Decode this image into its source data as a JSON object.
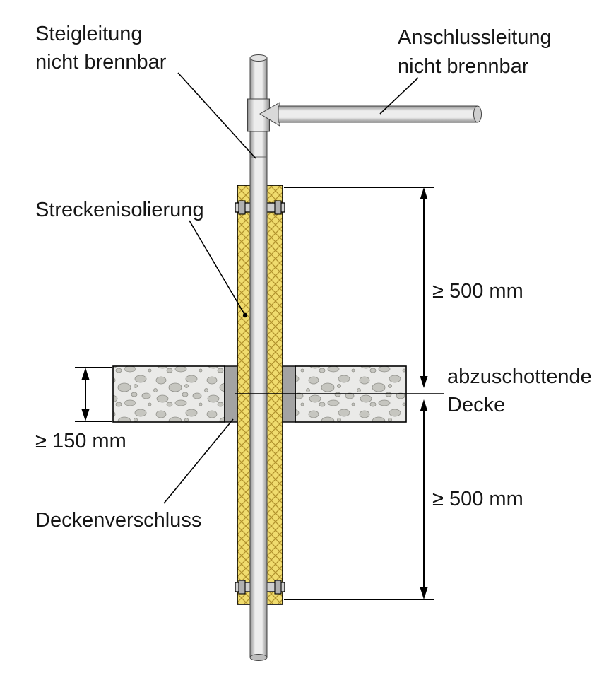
{
  "labels": {
    "riser_line1": "Steigleitung",
    "riser_line2": "nicht brennbar",
    "connection_line1": "Anschlussleitung",
    "connection_line2": "nicht brennbar",
    "insulation": "Streckenisolierung",
    "ceiling_line1": "abzuschottende",
    "ceiling_line2": "Decke",
    "ceiling_seal": "Deckenverschluss",
    "dim_above_ceiling": "≥ 500 mm",
    "dim_below_ceiling": "≥ 500 mm",
    "dim_ceiling_thickness": "≥ 150 mm"
  },
  "colors": {
    "insulation_fill": "#f0dc6e",
    "insulation_hatch": "#b1922d",
    "concrete_fill": "#eaeae8",
    "concrete_stone": "#c6c6c0",
    "concrete_stone_edge": "#90908a",
    "seal_fill": "#a3a3a3",
    "pipe_light": "#ededed",
    "pipe_dark": "#8f8f8f",
    "line": "#000000"
  }
}
